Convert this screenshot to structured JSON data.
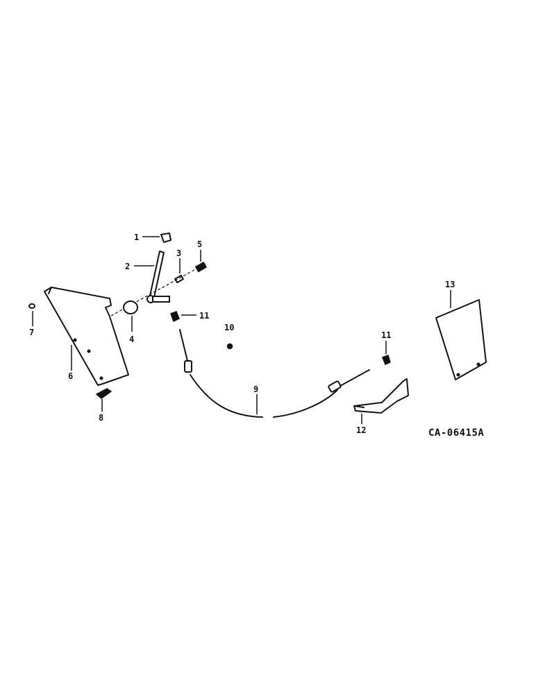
{
  "figure": {
    "code": "CA-06415A"
  },
  "callouts": {
    "c1": "1",
    "c2": "2",
    "c3": "3",
    "c4": "4",
    "c5": "5",
    "c6": "6",
    "c7": "7",
    "c8": "8",
    "c9": "9",
    "c10": "10",
    "c11a": "11",
    "c11b": "11",
    "c12": "12",
    "c13": "13"
  }
}
